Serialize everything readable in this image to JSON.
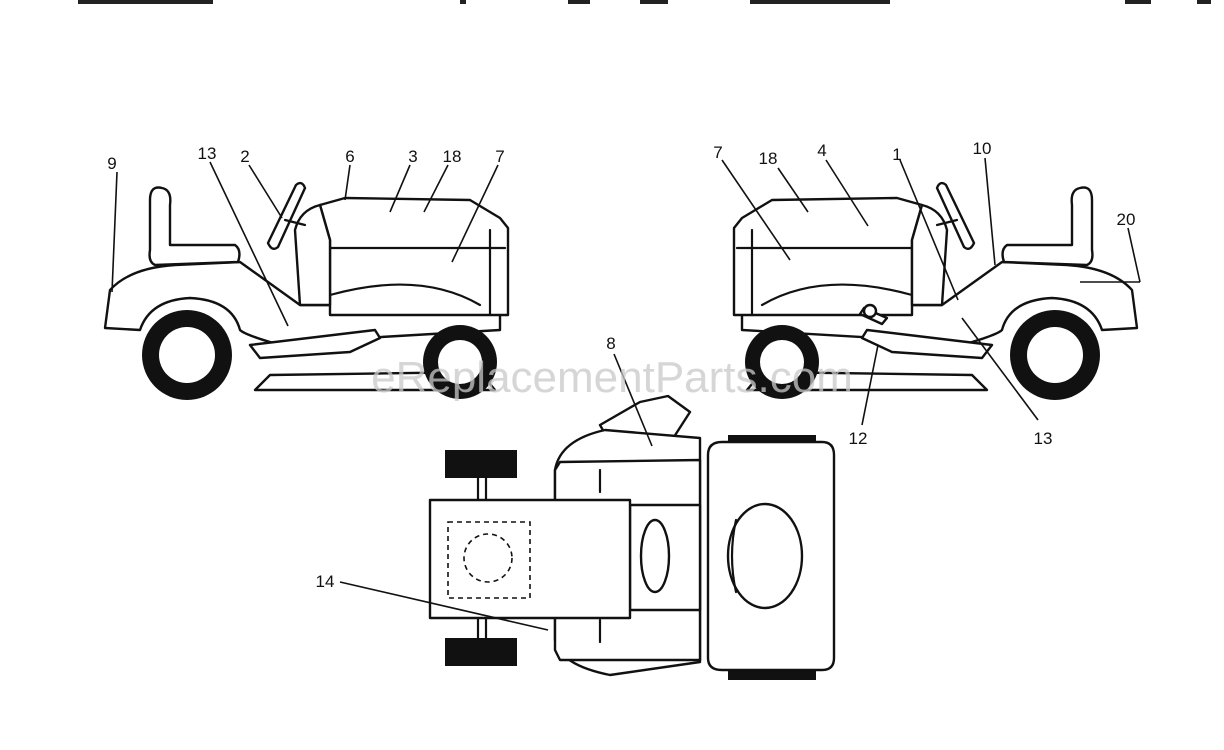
{
  "watermark": "eReplacementParts.com",
  "callouts": {
    "left_view": [
      "9",
      "13",
      "2",
      "6",
      "3",
      "18",
      "7"
    ],
    "right_view": [
      "7",
      "18",
      "4",
      "1",
      "10",
      "20",
      "12",
      "13"
    ],
    "top_view": [
      "8",
      "14"
    ]
  }
}
